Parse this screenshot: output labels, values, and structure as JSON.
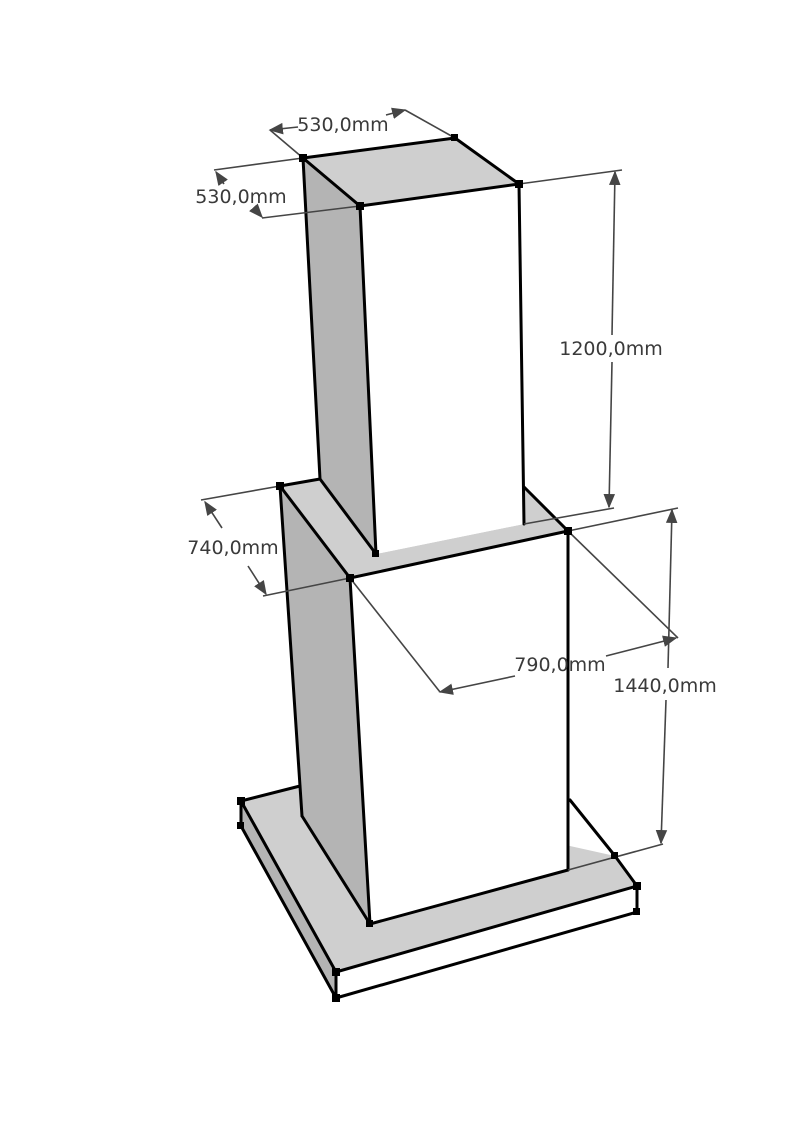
{
  "dimensions": {
    "upper_width": "530,0mm",
    "upper_depth": "530,0mm",
    "upper_height": "1200,0mm",
    "lower_depth": "740,0mm",
    "lower_width": "790,0mm",
    "lower_height": "1440,0mm"
  },
  "colors": {
    "top_face": "#cfcfcf",
    "side_face": "#b4b4b4",
    "front_face": "#ffffff",
    "edge": "#000000",
    "dimension_line": "#454545"
  }
}
